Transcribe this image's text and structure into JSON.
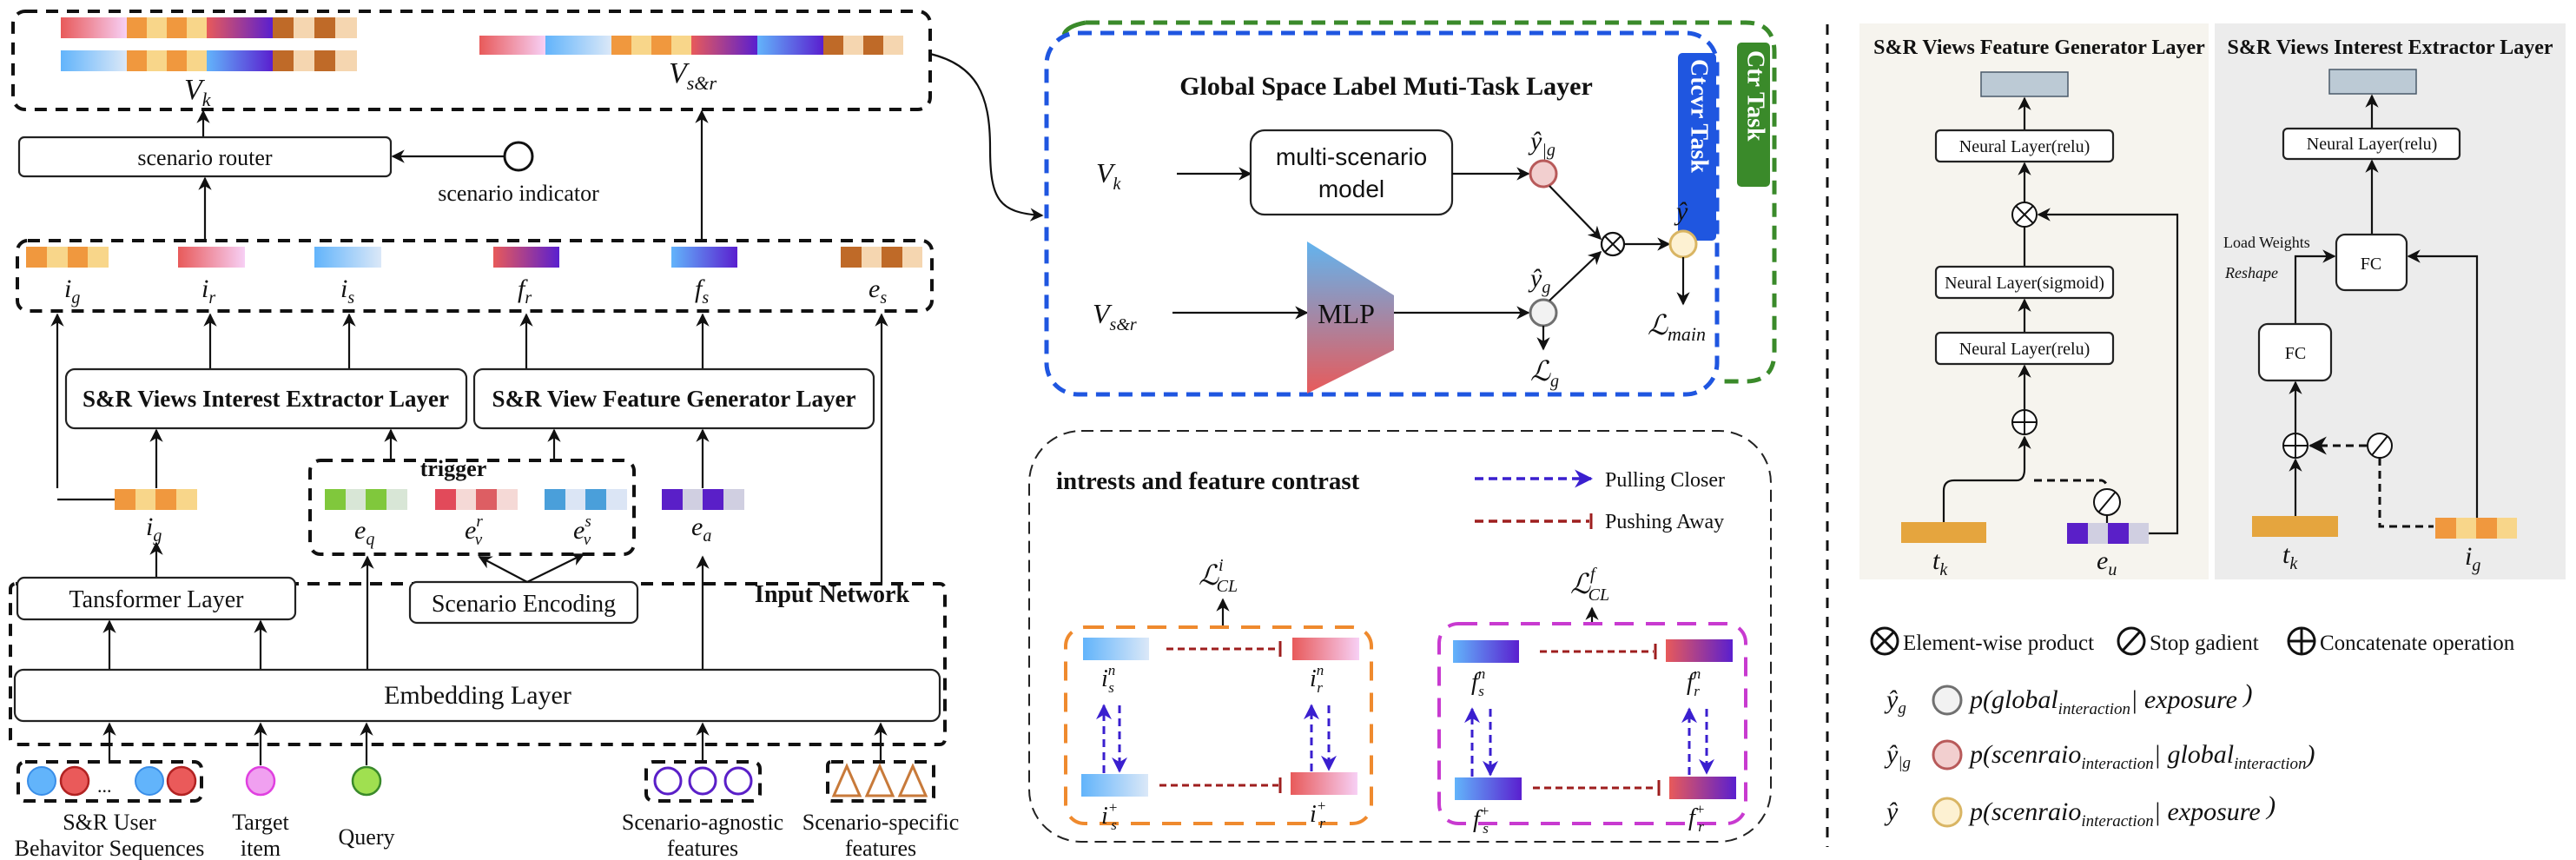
{
  "left": {
    "vk_label": "V",
    "vk_sub": "k",
    "vsr_label": "V",
    "vsr_sub": "s&r",
    "scenario_router": "scenario router",
    "scenario_indicator": "scenario indicator",
    "reps": [
      {
        "sym": "i",
        "sub": "g"
      },
      {
        "sym": "i",
        "sub": "r"
      },
      {
        "sym": "i",
        "sub": "s"
      },
      {
        "sym": "f",
        "sub": "r"
      },
      {
        "sym": "f",
        "sub": "s"
      },
      {
        "sym": "e",
        "sub": "s"
      }
    ],
    "interest_extractor": "S&R Views Interest Extractor Layer",
    "feature_generator": "S&R View Feature Generator Layer",
    "trigger_title": "trigger",
    "trigger_items": [
      {
        "sym": "e",
        "sub": "q",
        "sup": ""
      },
      {
        "sym": "e",
        "sub": "v",
        "sup": "r"
      },
      {
        "sym": "e",
        "sub": "v",
        "sup": "s"
      }
    ],
    "ig_label": {
      "sym": "i",
      "sub": "g"
    },
    "ea_label": {
      "sym": "e",
      "sub": "a"
    },
    "input_network": "Input Network",
    "transformer": "Tansformer Layer",
    "scenario_encoding": "Scenario Encoding",
    "embedding": "Embedding Layer",
    "ellipsis": "...",
    "inputs": [
      {
        "line1": "S&R User",
        "line2": "Behavitor Sequences"
      },
      {
        "line1": "Target",
        "line2": "item"
      },
      {
        "line1": "Query",
        "line2": ""
      },
      {
        "line1": "Scenario-agnostic",
        "line2": "features"
      },
      {
        "line1": "Scenario-specific",
        "line2": "features"
      }
    ]
  },
  "global_layer": {
    "title": "Global Space Label Muti-Task Layer",
    "vk": "V",
    "vk_sub": "k",
    "vsr": "V",
    "vsr_sub": "s&r",
    "model_line1": "multi-scenario",
    "model_line2": "model",
    "mlp": "MLP",
    "y_given_g": "ŷ",
    "y_given_g_sub": "|g",
    "y_g": "ŷ",
    "y_g_sub": "g",
    "y": "ŷ",
    "loss_g": "ℒ",
    "loss_g_sub": "g",
    "loss_main": "ℒ",
    "loss_main_sub": "main",
    "ctcvr_task": "Ctcvr Task",
    "ctr_task": "Ctr Task",
    "colors": {
      "ctcvr": "#1f56e0",
      "ctr": "#3a8a2a"
    }
  },
  "contrast": {
    "title": "intrests and feature contrast",
    "legend_pull": "Pulling Closer",
    "legend_push": "Pushing Away",
    "loss_i": "ℒ",
    "loss_i_sub": "CL",
    "loss_i_sup": "i",
    "loss_f": "ℒ",
    "loss_f_sub": "CL",
    "loss_f_sup": "f",
    "nodes": [
      {
        "sym": "i",
        "sub": "s",
        "sup": "n"
      },
      {
        "sym": "i",
        "sub": "r",
        "sup": "n"
      },
      {
        "sym": "i",
        "sub": "s",
        "sup": "+"
      },
      {
        "sym": "i",
        "sub": "r",
        "sup": "+"
      },
      {
        "sym": "f",
        "sub": "s",
        "sup": "n"
      },
      {
        "sym": "f",
        "sub": "r",
        "sup": "n"
      },
      {
        "sym": "f",
        "sub": "s",
        "sup": "+"
      },
      {
        "sym": "f",
        "sub": "r",
        "sup": "+"
      }
    ]
  },
  "feature_panel": {
    "title": "S&R Views Feature Generator Layer",
    "relu_top": "Neural Layer(relu)",
    "sigmoid": "Neural Layer(sigmoid)",
    "relu_bottom": "Neural Layer(relu)",
    "tk": {
      "sym": "t",
      "sub": "k"
    },
    "eu": {
      "sym": "e",
      "sub": "u"
    }
  },
  "interest_panel": {
    "title": "S&R Views Interest Extractor Layer",
    "relu": "Neural Layer(relu)",
    "fc_top": "FC",
    "fc_bottom": "FC",
    "load_weights": "Load Weights",
    "reshape": "Reshape",
    "tk": {
      "sym": "t",
      "sub": "k"
    },
    "ig": {
      "sym": "i",
      "sub": "g"
    }
  },
  "legend": {
    "ops": [
      {
        "icon": "otimes",
        "label": "Element-wise product"
      },
      {
        "icon": "oslash",
        "label": "Stop gadient"
      },
      {
        "icon": "oplus",
        "label": "Concatenate operation"
      }
    ],
    "probs": [
      {
        "sym": "ŷ",
        "sub": "g",
        "p": "p(",
        "a": "global",
        "a_sub": "interaction",
        "bar": "| ",
        "b": "exposure",
        "b_sub": "",
        "close": " )",
        "fill": "#f2f2f2",
        "stroke": "#707070"
      },
      {
        "sym": "ŷ",
        "sub": "|g",
        "p": "p(",
        "a": "scenraio",
        "a_sub": "interaction",
        "bar": "| ",
        "b": "global",
        "b_sub": "interaction",
        "close": ")",
        "fill": "#f2cfcf",
        "stroke": "#b85a5a"
      },
      {
        "sym": "ŷ",
        "sub": "",
        "p": "p(",
        "a": "scenraio",
        "a_sub": "interaction",
        "bar": "| ",
        "b": "exposure",
        "b_sub": "",
        "close": " )",
        "fill": "#fdf1d2",
        "stroke": "#d9b563"
      }
    ]
  }
}
